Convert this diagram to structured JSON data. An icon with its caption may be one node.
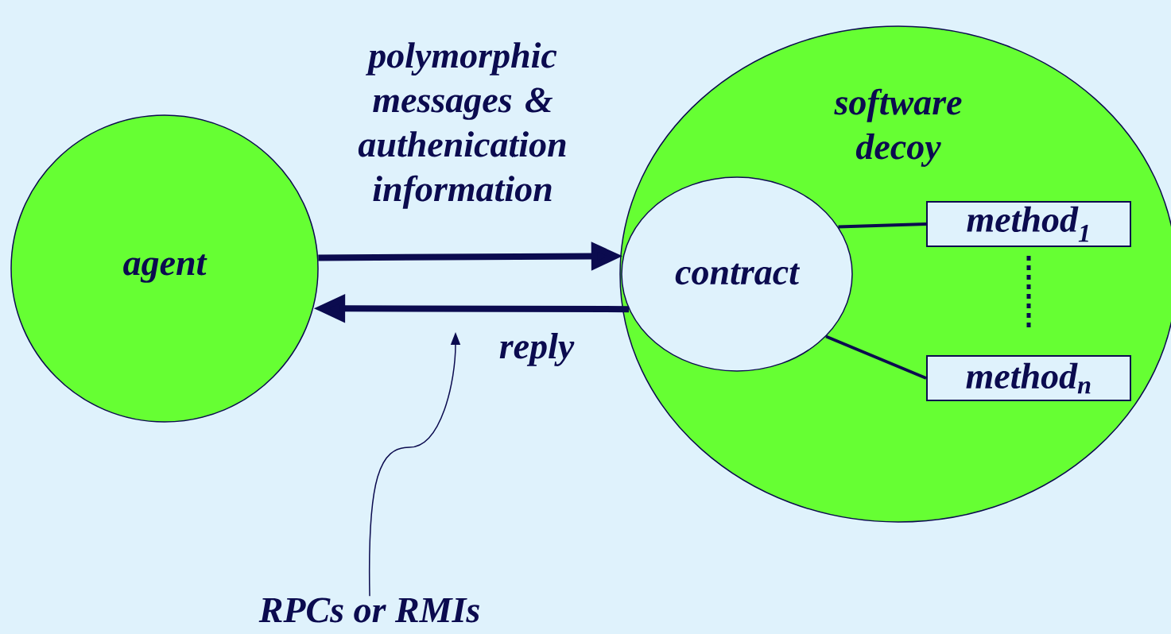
{
  "diagram": {
    "nodes": [
      {
        "text": [
          "agent"
        ]
      },
      {
        "text": [
          "software decoy"
        ]
      },
      {
        "text": [
          "contract"
        ],
        "in": 1
      },
      {
        "text": [
          "method$_{1}$"
        ],
        "in": 1
      },
      {
        "text": [
          "method$_{n}$"
        ],
        "in": 1
      },
      {
        "text": [
          "RPCs or RMIs"
        ]
      }
    ],
    "edges": [
      {
        "from": 0,
        "to": 2,
        "arrow": "to",
        "style": "thick",
        "label": "polymorphic messages & authenication information"
      },
      {
        "from": 2,
        "to": 0,
        "arrow": "to",
        "style": "thick",
        "label": "reply"
      },
      {
        "from": 2,
        "to": 3,
        "arrow": "none"
      },
      {
        "from": 2,
        "to": 4,
        "arrow": "none"
      },
      {
        "from": 5,
        "to": null,
        "arrow": "to"
      }
    ]
  }
}
